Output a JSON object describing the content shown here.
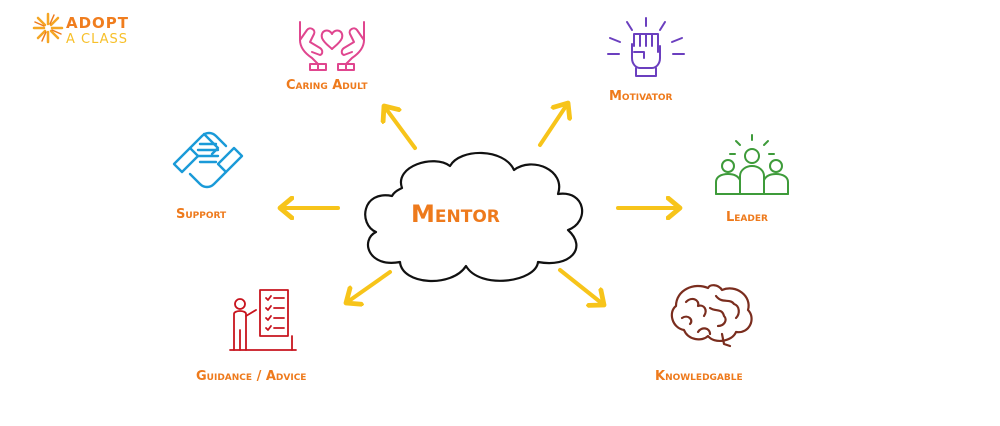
{
  "logo": {
    "line1": "ADOPT",
    "line2": "A CLASS"
  },
  "center": {
    "label": "Mentor"
  },
  "nodes": {
    "caring_adult": "Caring Adult",
    "motivator": "Motivator",
    "support": "Support",
    "leader": "Leader",
    "guidance": "Guidance / Advice",
    "knowledgable": "Knowledgable"
  },
  "colors": {
    "orange": "#ee7a1c",
    "arrow_yellow": "#f7c41a",
    "pink": "#e0468f",
    "purple": "#6b3fbf",
    "blue": "#1a9ad8",
    "green": "#3e9b3a",
    "red": "#c8141e",
    "brown": "#7a2d1e"
  },
  "icons": {
    "caring_adult": "heart-hands-icon",
    "motivator": "raised-fist-icon",
    "support": "handshake-icon",
    "leader": "team-leader-icon",
    "guidance": "teacher-board-icon",
    "knowledgable": "brain-icon"
  }
}
